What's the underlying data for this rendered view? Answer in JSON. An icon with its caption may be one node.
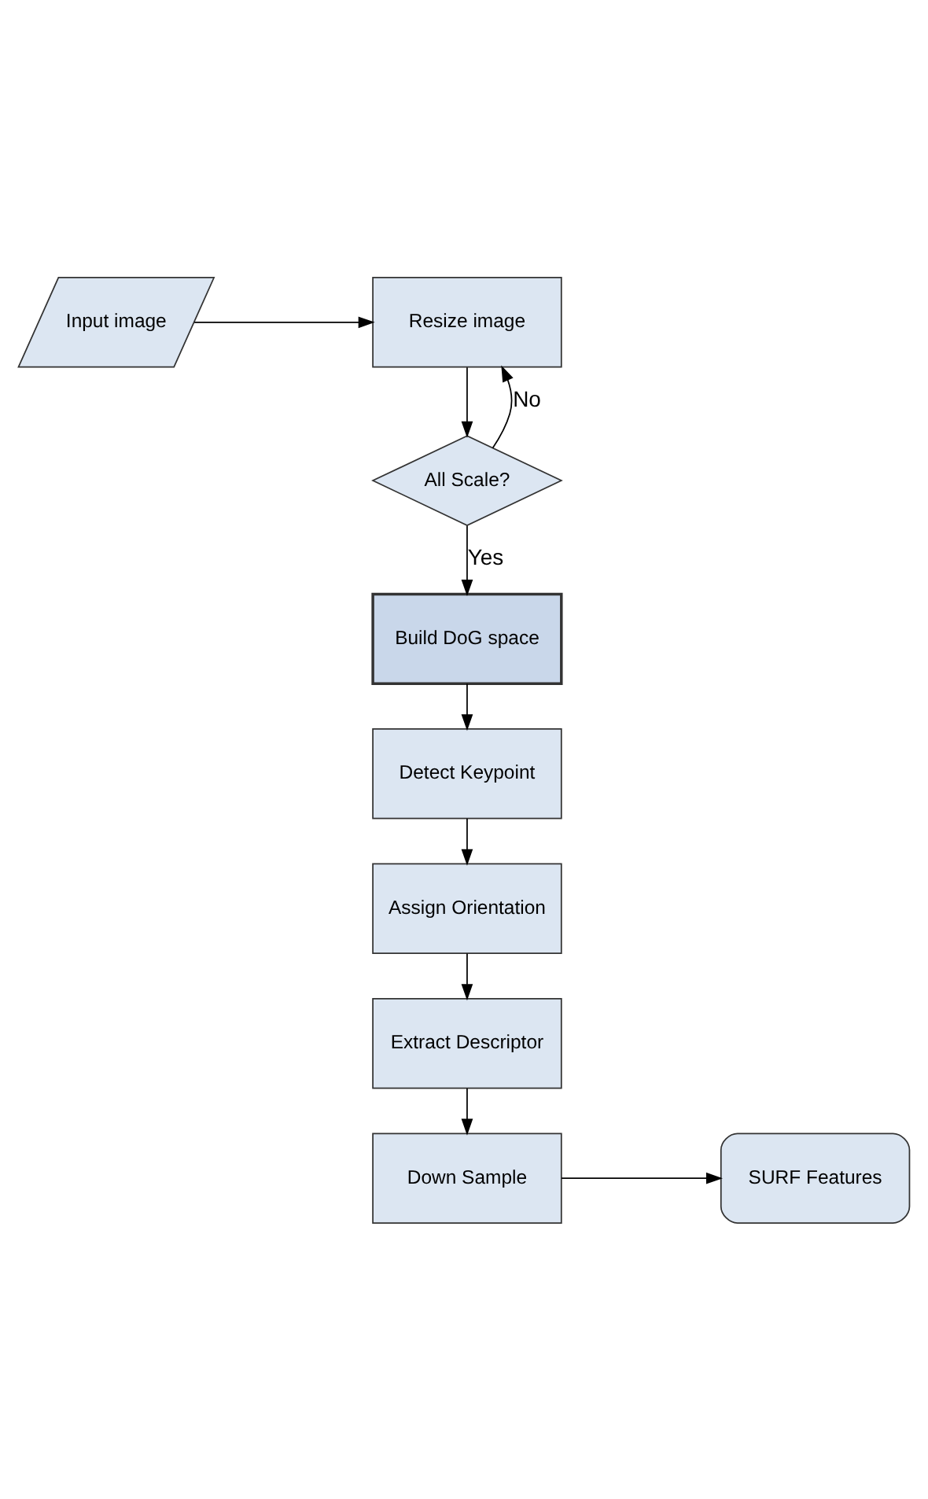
{
  "diagram": {
    "nodes": [
      {
        "text": [
          "Input image"
        ]
      },
      {
        "text": [
          "Resize image"
        ]
      },
      {
        "text": [
          "All Scale?"
        ]
      },
      {
        "text": [
          "Build DoG space"
        ]
      },
      {
        "text": [
          "Detect Keypoint"
        ]
      },
      {
        "text": [
          "Assign Orientation"
        ]
      },
      {
        "text": [
          "Extract Descriptor"
        ]
      },
      {
        "text": [
          "Down Sample"
        ]
      },
      {
        "text": [
          "SURF Features"
        ]
      }
    ],
    "edges": [
      {
        "from": 0,
        "to": 1,
        "arrow": "to"
      },
      {
        "from": 1,
        "to": 2,
        "arrow": "to"
      },
      {
        "from": 2,
        "to": 1,
        "arrow": "to",
        "label": "No"
      },
      {
        "from": 2,
        "to": 3,
        "arrow": "to",
        "label": "Yes"
      },
      {
        "from": 3,
        "to": 4,
        "arrow": "to"
      },
      {
        "from": 4,
        "to": 5,
        "arrow": "to"
      },
      {
        "from": 5,
        "to": 6,
        "arrow": "to"
      },
      {
        "from": 6,
        "to": 7,
        "arrow": "to"
      },
      {
        "from": 7,
        "to": 8,
        "arrow": "to"
      }
    ]
  }
}
